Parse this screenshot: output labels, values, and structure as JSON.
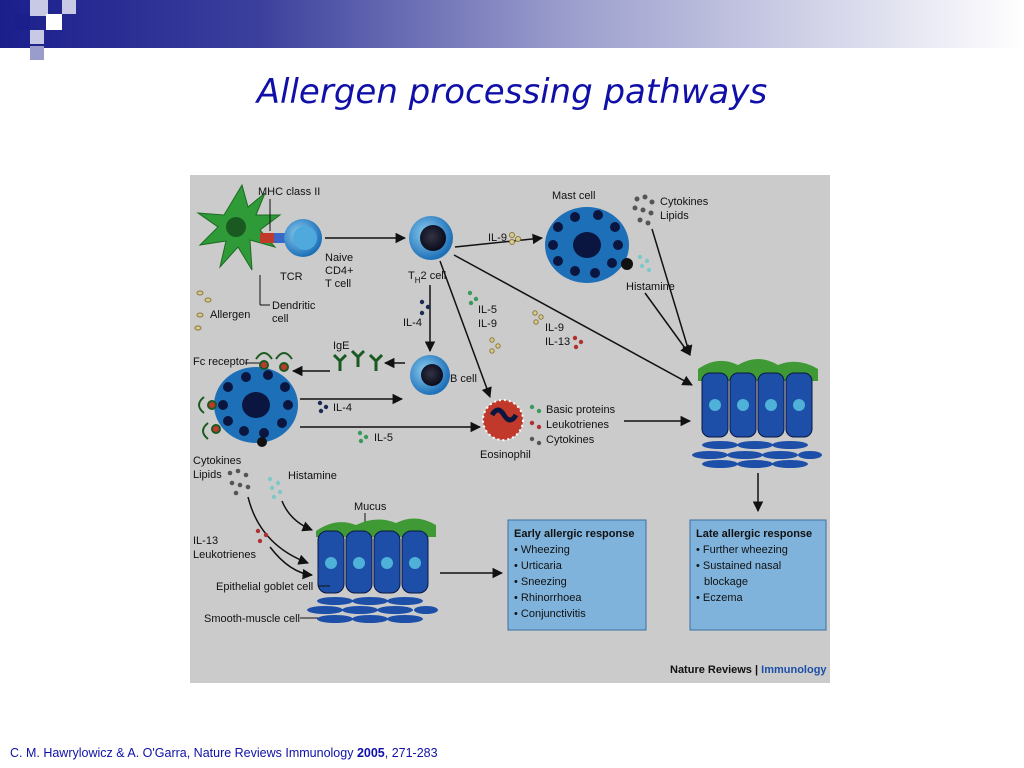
{
  "slide": {
    "title": "Allergen processing pathways",
    "citation": {
      "authors_journal": "C. M. Hawrylowicz & A. O'Garra, Nature Reviews Immunology ",
      "year": "2005",
      "pages": ", 271-283"
    },
    "colors": {
      "title": "#1010a8",
      "bar_dark": "#1b1f8c",
      "figure_bg": "#cbcbcb",
      "cell_blue": "#1d6fb8"
    }
  },
  "diagram": {
    "labels": {
      "mhc": "MHC class II",
      "tcr": "TCR",
      "naive1": "Naive",
      "naive2": "CD4+",
      "naive3": "T cell",
      "dendritic1": "Dendritic",
      "dendritic2": "cell",
      "allergen": "Allergen",
      "th2_t": "T",
      "th2_h": "H",
      "th2_rest": "2 cell",
      "mast_cell": "Mast cell",
      "cytokines_top": "Cytokines",
      "lipids_top": "Lipids",
      "histamine_top": "Histamine",
      "il9_top": "IL-9",
      "il5_mid": "IL-5",
      "il9_mid": "IL-9",
      "il4_mid": "IL-4",
      "il9_right": "IL-9",
      "il13_right": "IL-13",
      "ige": "IgE",
      "fc_receptor": "Fc receptor",
      "b_cell": "B cell",
      "il4_low": "IL-4",
      "il5_low": "IL-5",
      "basic_proteins": "Basic proteins",
      "leukotrienes_eos": "Leukotrienes",
      "cytokines_eos": "Cytokines",
      "eosinophil": "Eosinophil",
      "cytokines_left": "Cytokines",
      "lipids_left": "Lipids",
      "histamine_left": "Histamine",
      "mucus": "Mucus",
      "il13_left": "IL-13",
      "leukotrienes_left": "Leukotrienes",
      "goblet": "Epithelial goblet cell",
      "smooth_muscle": "Smooth-muscle cell",
      "journal": "Nature Reviews",
      "journal_sep": " | ",
      "journal_sub": "Immunology"
    },
    "early_response": {
      "heading": "Early allergic response",
      "items": [
        "• Wheezing",
        "• Urticaria",
        "• Sneezing",
        "• Rhinorrhoea",
        "• Conjunctivitis"
      ]
    },
    "late_response": {
      "heading": "Late allergic response",
      "items": [
        "• Further wheezing",
        "• Sustained nasal",
        "  blockage",
        "• Eczema"
      ]
    }
  }
}
